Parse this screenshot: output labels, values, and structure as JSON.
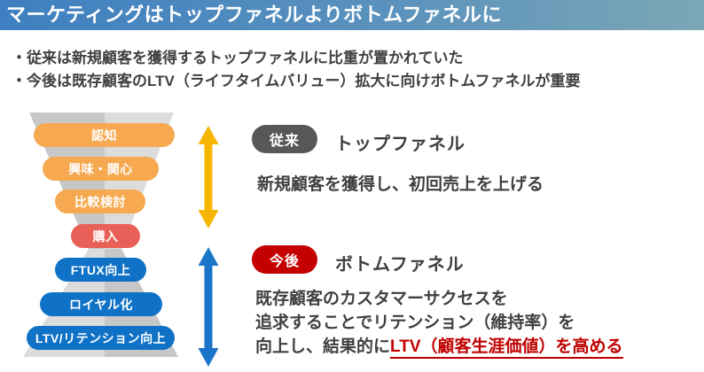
{
  "title": "マーケティングはトップファネルよりボトムファネルに",
  "bullets": [
    "・従来は新規顧客を獲得するトップファネルに比重が置かれていた",
    "・今後は既存顧客のLTV（ライフタイムバリュー）拡大に向けボトムファネルが重要"
  ],
  "funnel": {
    "stages": [
      {
        "label": "認知",
        "color": "#F6A950",
        "group": "top-funnel"
      },
      {
        "label": "興味・関心",
        "color": "#F6A950",
        "group": "top-funnel"
      },
      {
        "label": "比較検討",
        "color": "#F6A950",
        "group": "top-funnel"
      },
      {
        "label": "購入",
        "color": "#E96058",
        "group": "conversion"
      },
      {
        "label": "FTUX向上",
        "color": "#0F72C6",
        "group": "bottom-funnel"
      },
      {
        "label": "ロイヤル化",
        "color": "#0F72C6",
        "group": "bottom-funnel"
      },
      {
        "label": "LTV/リテンション向上",
        "color": "#0F72C6",
        "group": "bottom-funnel"
      }
    ],
    "top_arrow_color": "#F6B600",
    "bottom_arrow_color": "#1B76C9",
    "shape_gray_dark": "#C7C7C7",
    "shape_gray_light": "#DCDCDC"
  },
  "sections": {
    "top": {
      "badge": "従来",
      "badge_color": "#575757",
      "heading": "トップファネル",
      "body": "新規顧客を獲得し、初回売上を上げる"
    },
    "bottom": {
      "badge": "今後",
      "badge_color": "#C40000",
      "heading": "ボトムファネル",
      "body_lines": [
        "既存顧客のカスタマーサクセスを",
        "追求することでリテンション（維持率）を"
      ],
      "body_line3_prefix": "向上し、結果的に",
      "body_line3_highlight": "LTV（顧客生涯価値）を高める",
      "highlight_color": "#C00000"
    }
  },
  "colors": {
    "title_bar_gradient_left": "#3E7FC1",
    "title_bar_gradient_right": "#7BA7B5",
    "body_text": "#3F3F3F"
  }
}
